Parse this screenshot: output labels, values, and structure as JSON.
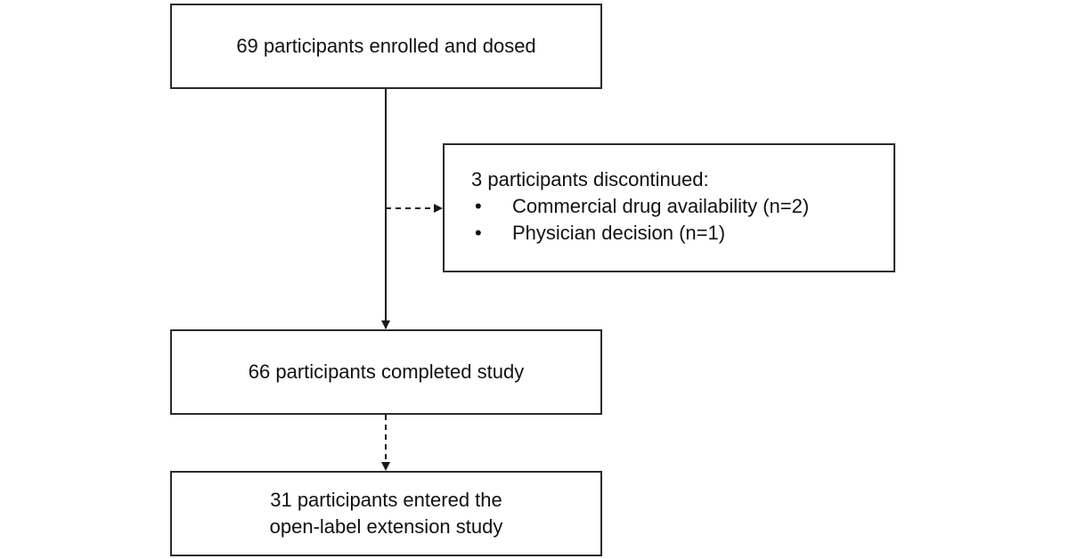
{
  "boxes": {
    "enrolled": {
      "text": "69 participants enrolled and dosed"
    },
    "discontinued": {
      "title": "3 participants discontinued:",
      "reasons": [
        {
          "bullet": "•",
          "text": "Commercial drug availability (n=2)"
        },
        {
          "bullet": "•",
          "text": "Physician decision (n=1)"
        }
      ]
    },
    "completed": {
      "text": "66 participants completed study"
    },
    "extension": {
      "line1": "31 participants entered the",
      "line2": "open-label extension study"
    }
  },
  "colors": {
    "border": "#2a2a2a",
    "arrow": "#1a1a1a",
    "text": "#111111"
  }
}
